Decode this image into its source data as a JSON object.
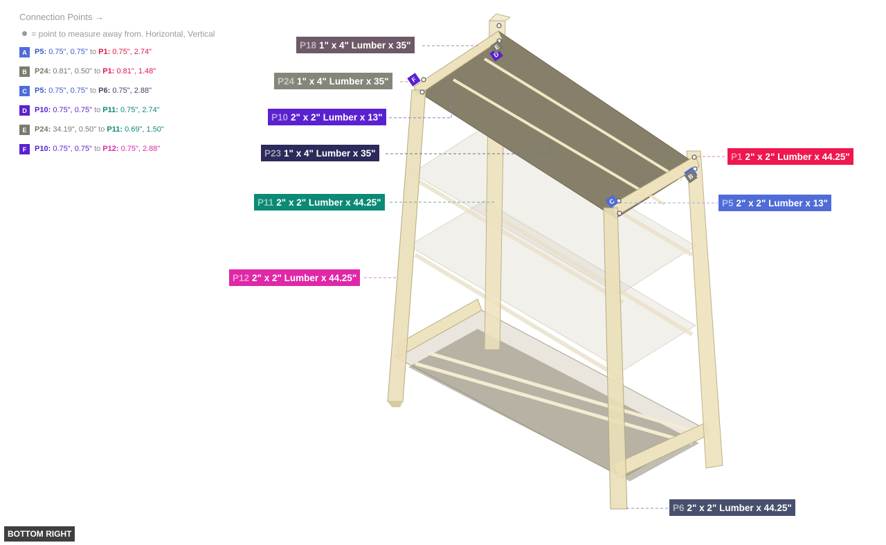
{
  "legend": {
    "title": "Connection Points →",
    "note": "= point to measure away from. Horizontal, Vertical",
    "items": [
      {
        "badge": "A",
        "badge_color": "#4f6cd8",
        "from_part": "P5:",
        "from_value": "0.75\", 0.75\"",
        "from_color": "#3f58c8",
        "to": "to",
        "to_part": "P1:",
        "to_value": "0.75\", 2.74\"",
        "to_color": "#e0164a"
      },
      {
        "badge": "B",
        "badge_color": "#7b7b6c",
        "from_part": "P24:",
        "from_value": "0.81\", 0.50\"",
        "from_color": "#777768",
        "to": "to",
        "to_part": "P1:",
        "to_value": "0.81\", 1.48\"",
        "to_color": "#e0164a"
      },
      {
        "badge": "C",
        "badge_color": "#4f6cd8",
        "from_part": "P5:",
        "from_value": "0.75\", 0.75\"",
        "from_color": "#3f58c8",
        "to": "to",
        "to_part": "P6:",
        "to_value": "0.75\", 2.88\"",
        "to_color": "#3e4566"
      },
      {
        "badge": "D",
        "badge_color": "#5a21d0",
        "from_part": "P10:",
        "from_value": "0.75\", 0.75\"",
        "from_color": "#5a21d0",
        "to": "to",
        "to_part": "P11:",
        "to_value": "0.75\", 2.74\"",
        "to_color": "#0b8a75"
      },
      {
        "badge": "E",
        "badge_color": "#7b7b6c",
        "from_part": "P24:",
        "from_value": "34.19\", 0.50\"",
        "from_color": "#777768",
        "to": "to",
        "to_part": "P11:",
        "to_value": "0.69\", 1.50\"",
        "to_color": "#0b8a75"
      },
      {
        "badge": "F",
        "badge_color": "#5a21d0",
        "from_part": "P10:",
        "from_value": "0.75\", 0.75\"",
        "from_color": "#5a21d0",
        "to": "to",
        "to_part": "P12:",
        "to_value": "0.75\", 2.88\"",
        "to_color": "#e027a8"
      }
    ]
  },
  "parts": [
    {
      "id": "P18",
      "desc": "1\" x 4\" Lumber  x 35\"",
      "color": "#6d5967"
    },
    {
      "id": "P24",
      "desc": "1\" x 4\" Lumber  x 35\"",
      "color": "#85857a"
    },
    {
      "id": "P10",
      "desc": "2\" x 2\" Lumber x 13\"",
      "color": "#5a21d0"
    },
    {
      "id": "P23",
      "desc": "1\" x 4\" Lumber  x 35\"",
      "color": "#2b2a5a"
    },
    {
      "id": "P11",
      "desc": "2\" x 2\" Lumber x 44.25\"",
      "color": "#0b8a75"
    },
    {
      "id": "P12",
      "desc": "2\" x 2\" Lumber x 44.25\"",
      "color": "#e027a8"
    },
    {
      "id": "P1",
      "desc": "2\" x 2\" Lumber x 44.25\"",
      "color": "#f0164e"
    },
    {
      "id": "P5",
      "desc": "2\" x 2\" Lumber x 13\"",
      "color": "#4f6cd8"
    },
    {
      "id": "P6",
      "desc": "2\" x 2\" Lumber x 44.25\"",
      "color": "#48506e"
    }
  ],
  "markers": [
    "A",
    "B",
    "C",
    "D",
    "E",
    "F"
  ],
  "view_button": "BOTTOM RIGHT"
}
